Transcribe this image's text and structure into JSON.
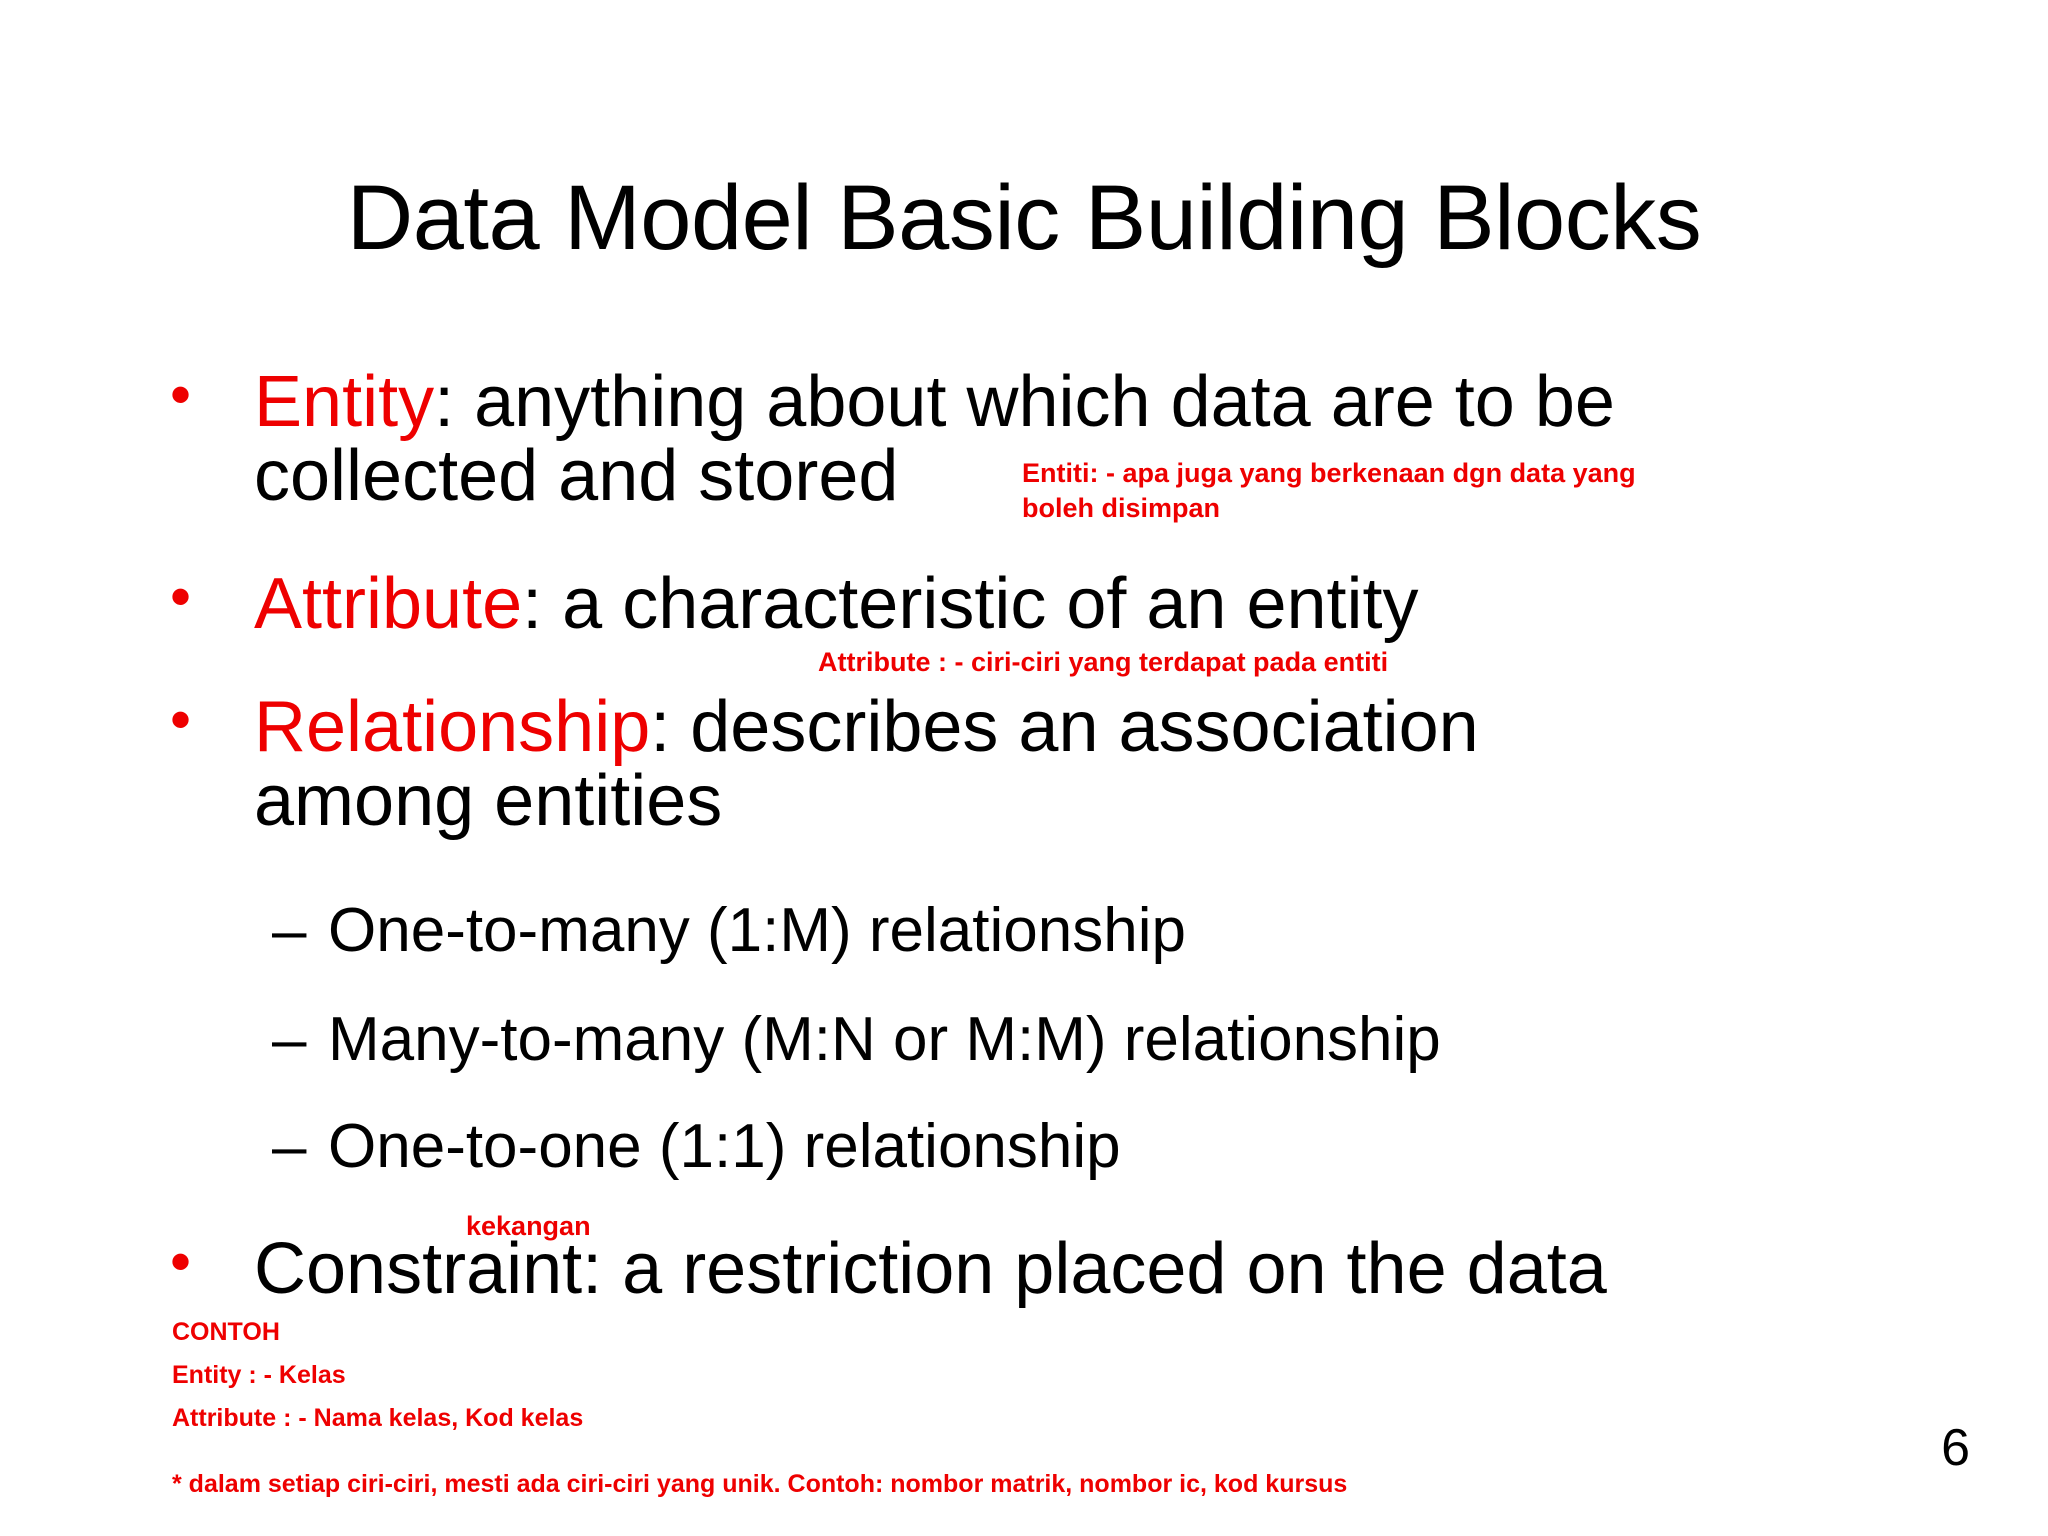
{
  "slide": {
    "title": "Data Model Basic Building Blocks",
    "page_number": "6",
    "accent_color": "#ee0000",
    "text_color": "#000000",
    "background_color": "#ffffff",
    "bullet_marker": "•",
    "dash_marker": "–"
  },
  "bullets": [
    {
      "keyword": "Entity",
      "rest": ": anything about which data are to be collected and stored"
    },
    {
      "keyword": "Attribute",
      "rest": ": a characteristic of an entity"
    },
    {
      "keyword": "Relationship",
      "rest": ": describes an association among entities"
    },
    {
      "keyword": "",
      "rest": "Constraint: a restriction placed on the data"
    }
  ],
  "sub_bullets": [
    "One-to-many (1:M) relationship",
    "Many-to-many (M:N or M:M) relationship",
    "One-to-one (1:1) relationship"
  ],
  "annotations": {
    "entity_note_line1": "Entiti: - apa juga yang berkenaan dgn data yang",
    "entity_note_line2": "boleh disimpan",
    "attribute_note": "Attribute : - ciri-ciri yang terdapat pada entiti",
    "constraint_note": "kekangan",
    "contoh_heading": "CONTOH",
    "contoh_entity": "Entity : - Kelas",
    "contoh_attribute": "Attribute : - Nama kelas, Kod kelas",
    "footnote": "* dalam setiap ciri-ciri, mesti ada ciri-ciri yang unik. Contoh: nombor matrik, nombor ic, kod kursus"
  }
}
